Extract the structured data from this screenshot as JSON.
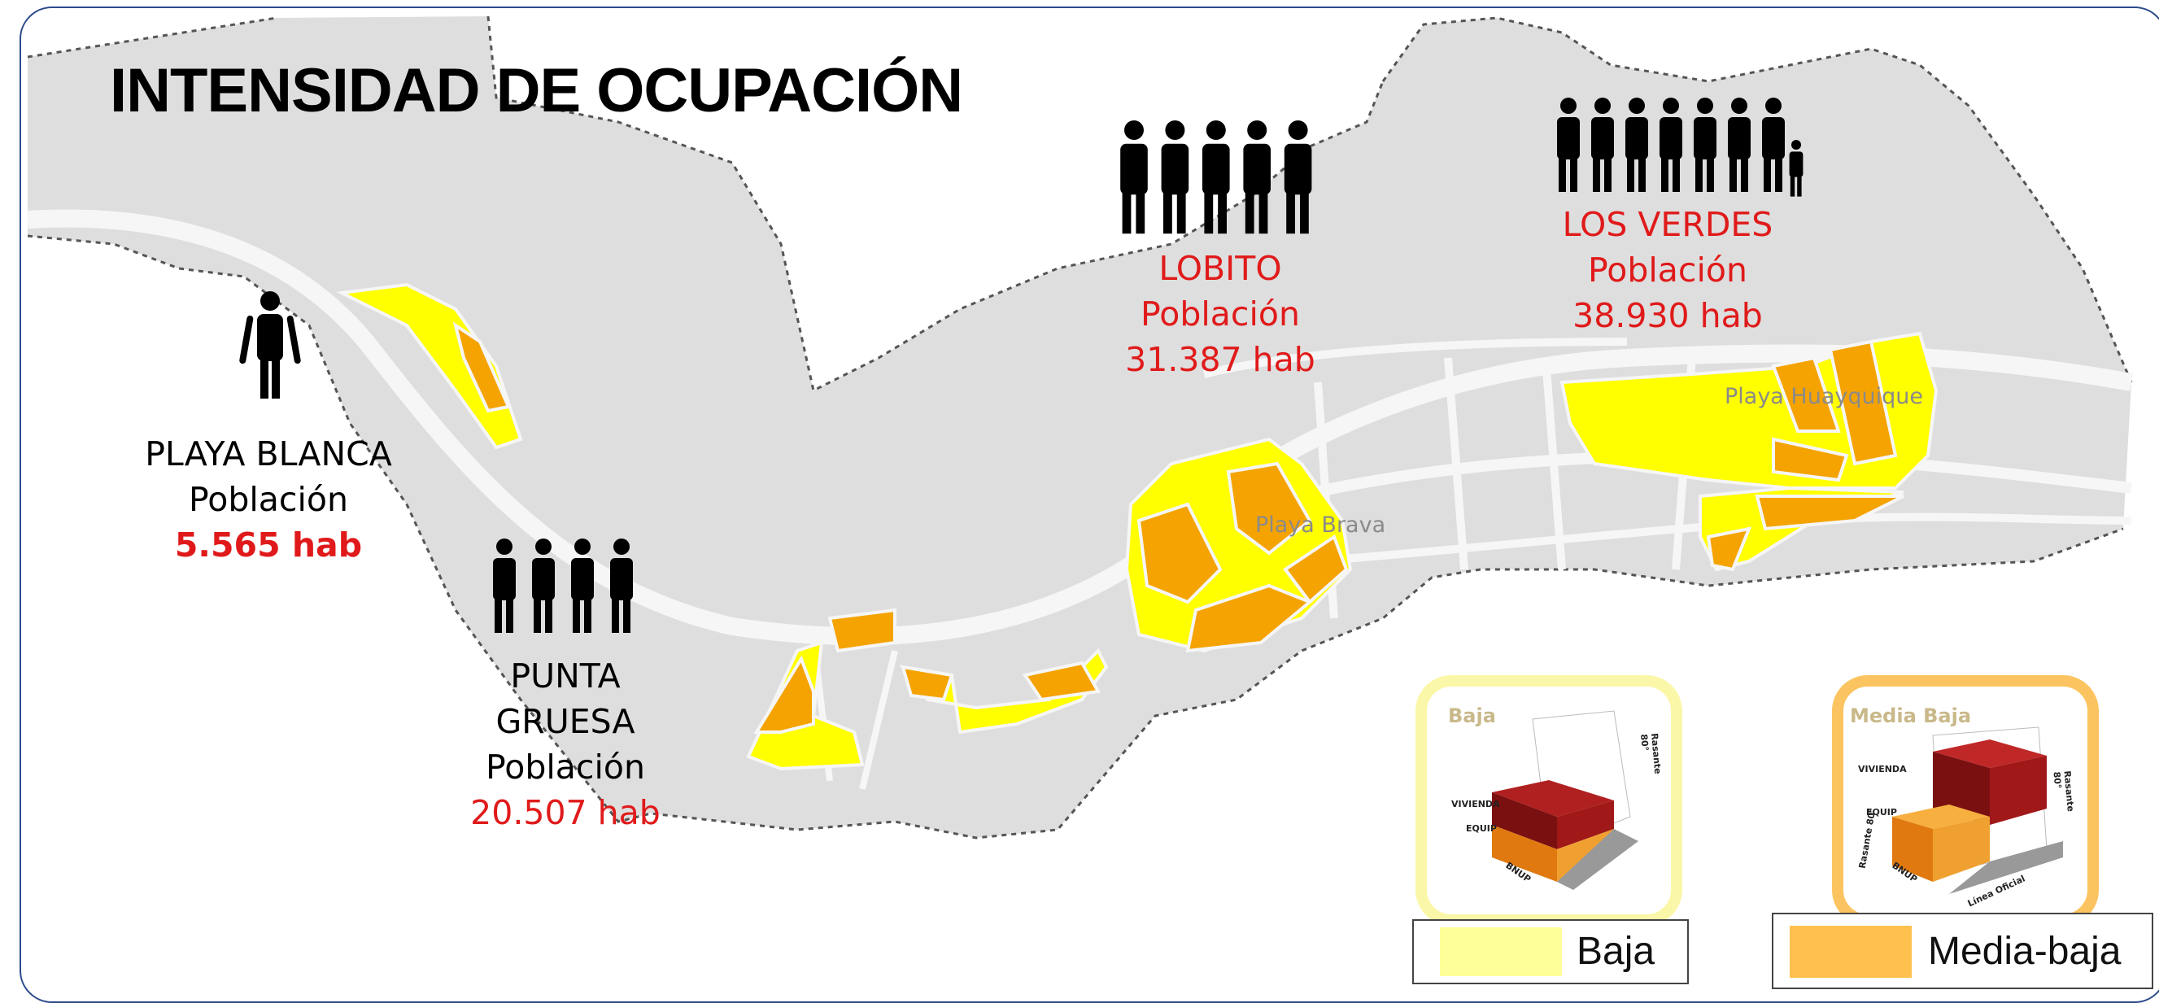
{
  "title": "INTENSIDAD DE OCUPACIÓN",
  "colors": {
    "baja": "#ffff00",
    "media_baja": "#f5a300",
    "land": "#dedede",
    "roads": "#f4f4f4",
    "population_red": "#e01a1a"
  },
  "sectors": [
    {
      "name": "PLAYA BLANCA",
      "population_label": "Población",
      "population": "5.565 hab",
      "icon": "person-icon",
      "people": 1
    },
    {
      "name_lines": [
        "PUNTA",
        "GRUESA"
      ],
      "population_label": "Población",
      "population": "20.507 hab",
      "icon": "people-group-icon",
      "people": 4
    },
    {
      "name": "LOBITO",
      "population_label": "Población",
      "population": "31.387 hab",
      "icon": "people-group-icon",
      "people": 5
    },
    {
      "name": "LOS VERDES",
      "population_label": "Población",
      "population": "38.930 hab",
      "icon": "people-group-icon",
      "people": 8
    }
  ],
  "places": [
    "Playa Brava",
    "Playa Huayquique"
  ],
  "building_types": [
    {
      "title": "Baja",
      "labels": [
        "VIVIENDA",
        "EQUIP",
        "BNUP",
        "Rasante 80°"
      ]
    },
    {
      "title": "Media Baja",
      "labels": [
        "VIVIENDA",
        "EQUIP",
        "BNUP",
        "Rasante 80°",
        "Rasante 80°",
        "Línea Oficial"
      ]
    }
  ],
  "legend": [
    {
      "label": "Baja",
      "color": "#ffff99"
    },
    {
      "label": "Media-baja",
      "color": "#ffc04d"
    }
  ]
}
